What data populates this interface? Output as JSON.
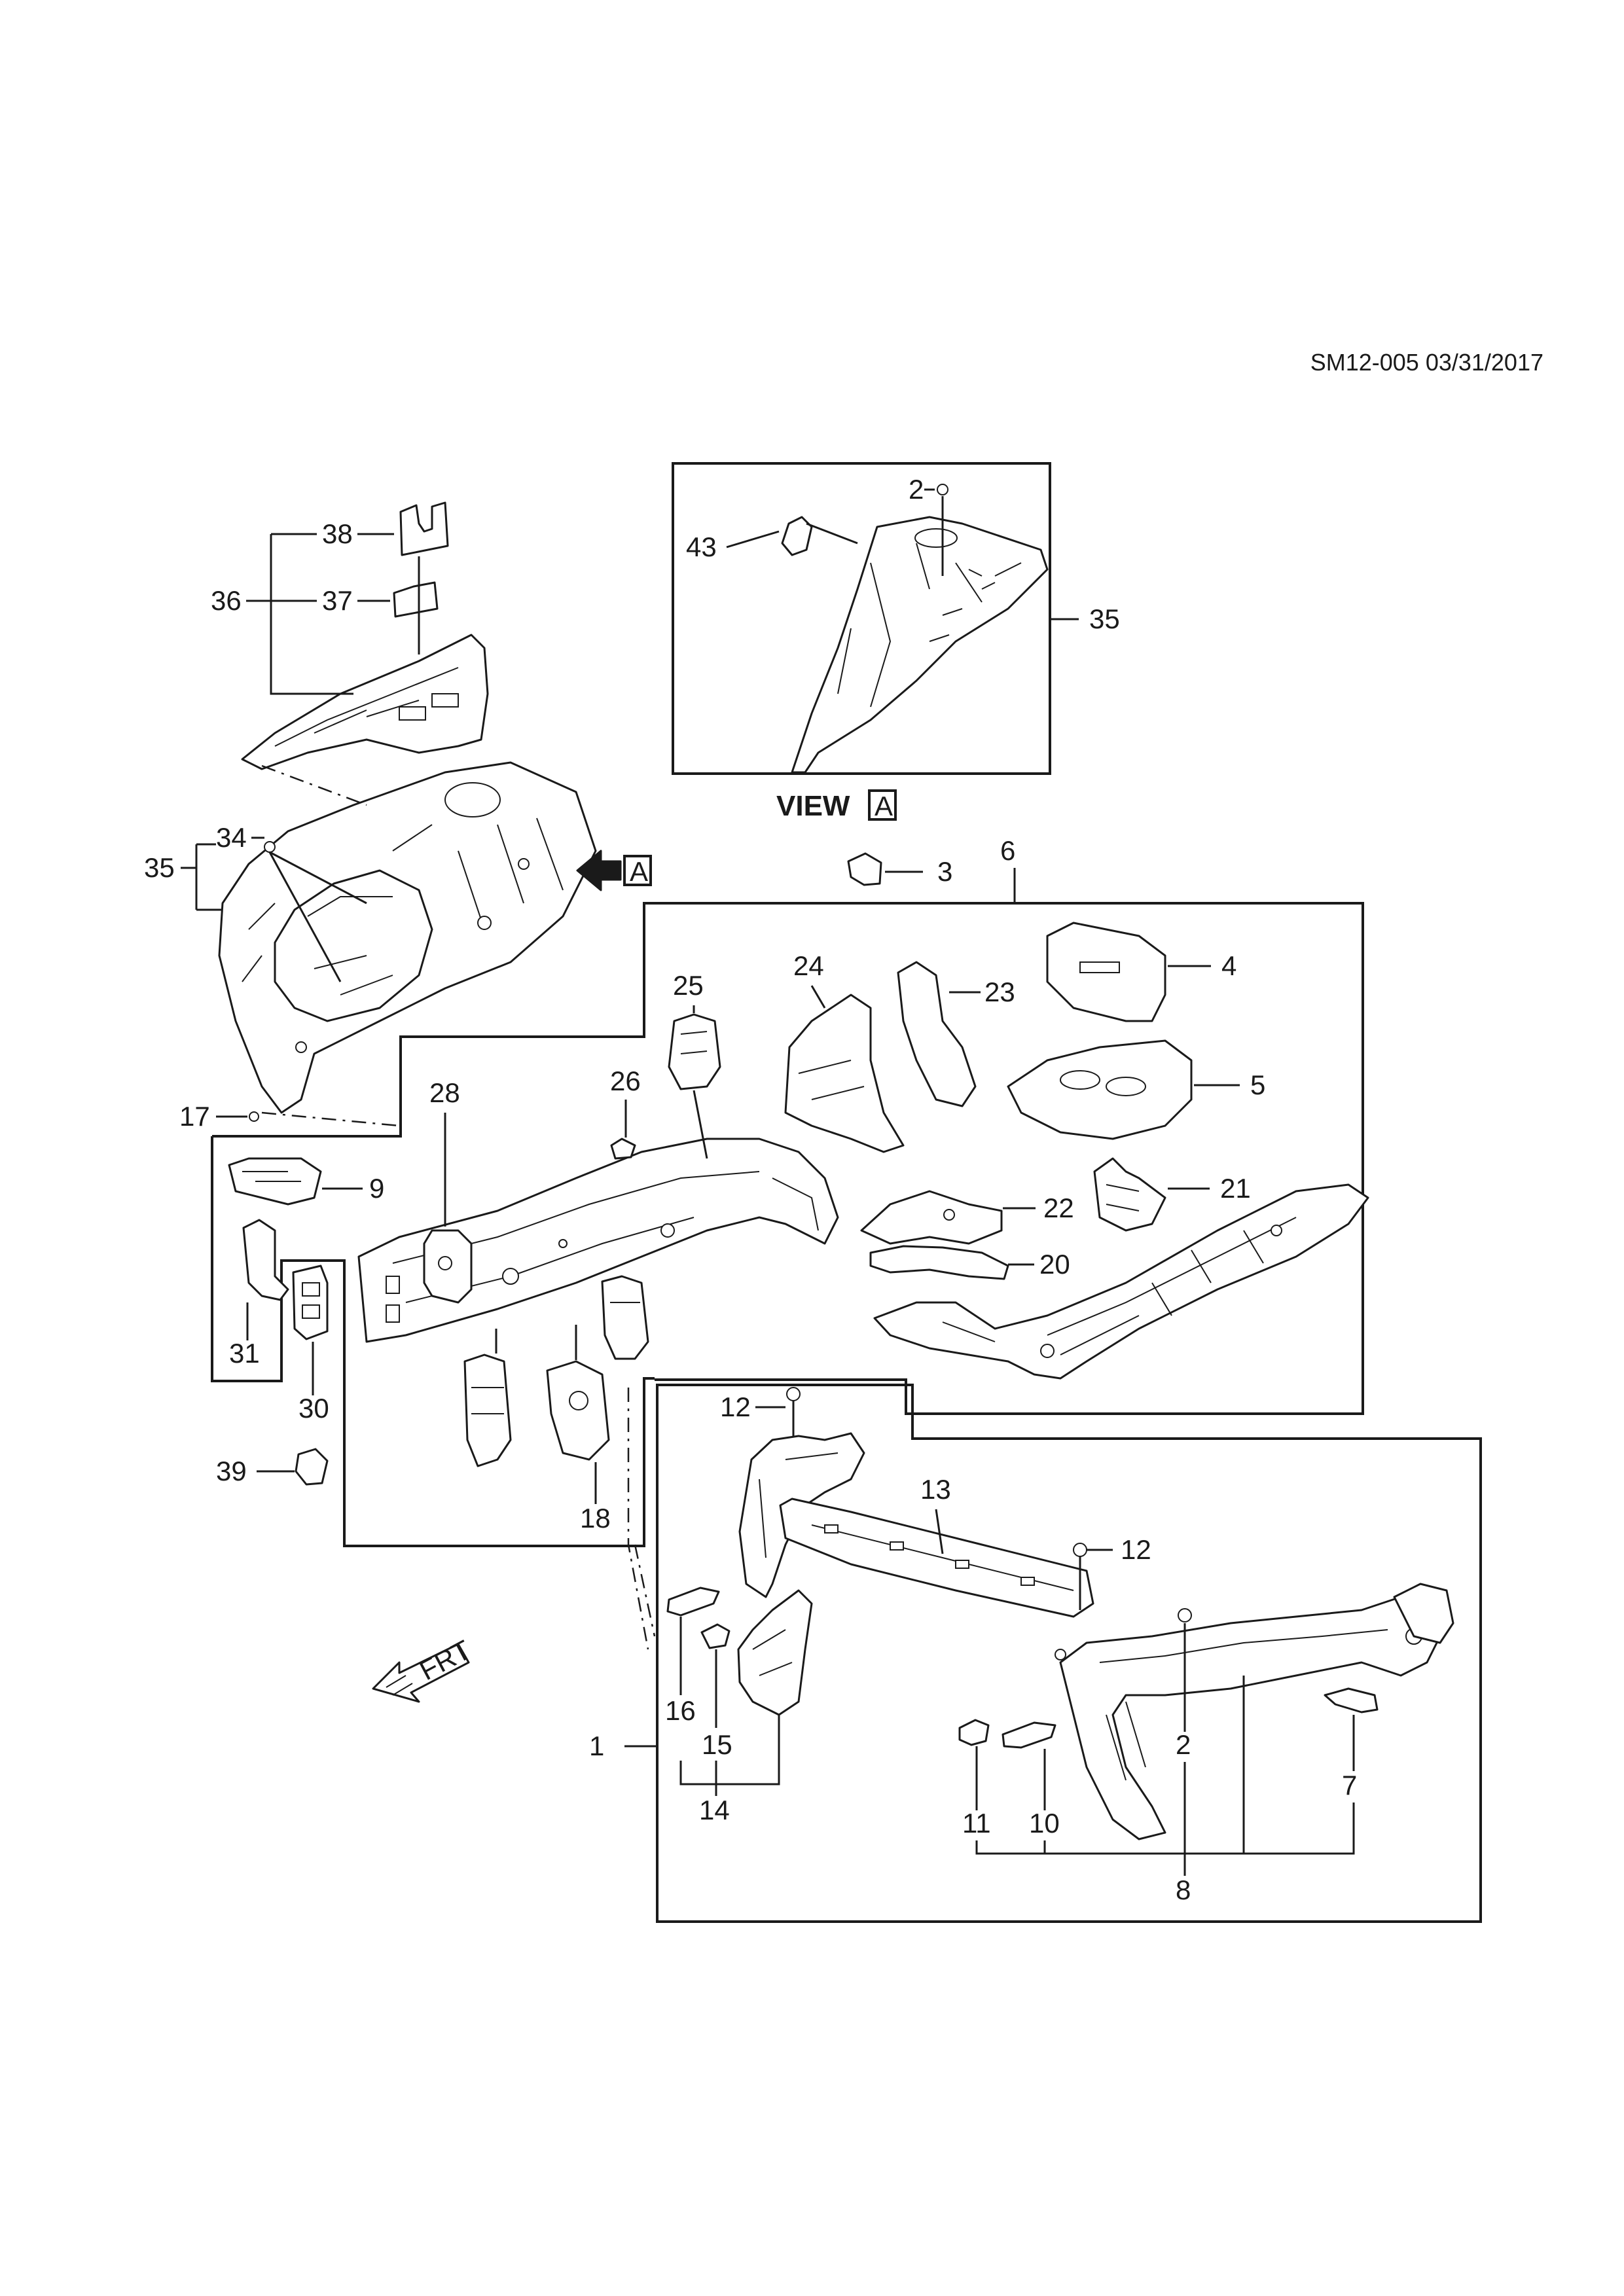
{
  "header": {
    "doc_code": "SM12-005 03/31/2017"
  },
  "view_label": {
    "text": "VIEW",
    "letter": "A"
  },
  "arrow_letter": "A",
  "frt_label": "FRT",
  "callouts": {
    "c1": "1",
    "c2_top": "2",
    "c2_bottom": "2",
    "c3": "3",
    "c4": "4",
    "c5": "5",
    "c6": "6",
    "c7": "7",
    "c8": "8",
    "c9": "9",
    "c10": "10",
    "c11": "11",
    "c12_top": "12",
    "c12_right": "12",
    "c13": "13",
    "c14": "14",
    "c15": "15",
    "c16": "16",
    "c17": "17",
    "c18": "18",
    "c20": "20",
    "c21": "21",
    "c22": "22",
    "c23": "23",
    "c24": "24",
    "c25": "25",
    "c26": "26",
    "c28": "28",
    "c30": "30",
    "c31": "31",
    "c34": "34",
    "c35_left": "35",
    "c35_view": "35",
    "c36": "36",
    "c37": "37",
    "c38": "38",
    "c39": "39",
    "c43": "43"
  }
}
